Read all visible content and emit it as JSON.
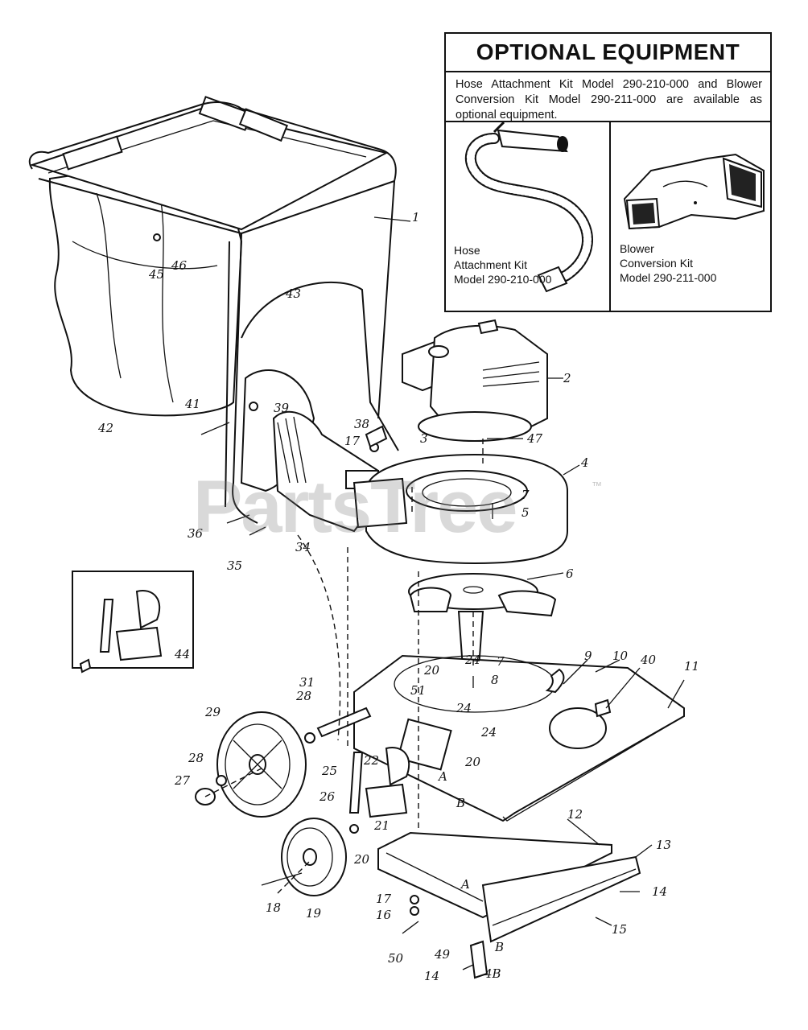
{
  "optional_equipment": {
    "title": "OPTIONAL EQUIPMENT",
    "description": "Hose Attachment Kit Model 290-210-000 and Blower Conversion Kit Model 290-211-000 are available as optional equipment.",
    "hose_kit": {
      "line1": "Hose",
      "line2": "Attachment Kit",
      "line3": "Model 290-210-000"
    },
    "blower_kit": {
      "line1": "Blower",
      "line2": "Conversion Kit",
      "line3": "Model 290-211-000"
    }
  },
  "watermark": {
    "text": "PartsTree",
    "tm": "™"
  },
  "callouts": {
    "c1": "1",
    "c2": "2",
    "c3": "3",
    "c4": "4",
    "c5": "5",
    "c6": "6",
    "c7a": "7",
    "c7b": "7",
    "c8": "8",
    "c9": "9",
    "c10": "10",
    "c11": "11",
    "c12": "12",
    "c13": "13",
    "c14a": "14",
    "c14b": "14",
    "c15": "15",
    "c16": "16",
    "c17a": "17",
    "c17b": "17",
    "c18": "18",
    "c19": "19",
    "c20a": "20",
    "c20b": "20",
    "c20c": "20",
    "c21": "21",
    "c22": "22",
    "c24a": "24",
    "c24b": "24",
    "c24c": "24",
    "c25": "25",
    "c26": "26",
    "c27": "27",
    "c28a": "28",
    "c28b": "28",
    "c29": "29",
    "c31": "31",
    "c34": "34",
    "c35": "35",
    "c36": "36",
    "c38": "38",
    "c39": "39",
    "c40": "40",
    "c41": "41",
    "c42": "42",
    "c43": "43",
    "c44": "44",
    "c45": "45",
    "c46": "46",
    "c47": "47",
    "c48": "4B",
    "c49": "49",
    "c50": "50",
    "c51": "51",
    "refA1": "A",
    "refA2": "A",
    "refB1": "B",
    "refB2": "B"
  }
}
